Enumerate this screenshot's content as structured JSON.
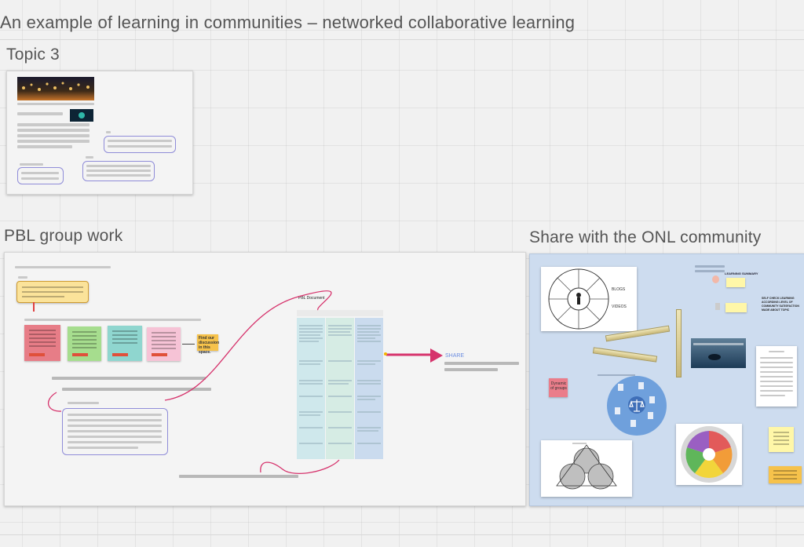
{
  "board": {
    "title": "An example of learning in communities – networked collaborative learning",
    "topic_title": "Topic 3",
    "pbl_title": "PBL group work",
    "share_title": "Share with the ONL community"
  },
  "pbl": {
    "find_note": "Find our discussion in this space.",
    "share_label": "SHARE",
    "doc_title": "PBL Document"
  },
  "community": {
    "dynamic_note": "Dynamic of groups",
    "learning_summary": "LEARNING SUMMARY",
    "self_check": "SELF CHECK LEARNING ACCORDING LEVEL OF COMMUNITY SATISFACTION MADE ABOUT TOPIC"
  },
  "colors": {
    "accent_red": "#d6336c",
    "share_blue": "#6d8ee0",
    "frame_border": "#8f8cd8",
    "community_bg": "#cddcef"
  }
}
